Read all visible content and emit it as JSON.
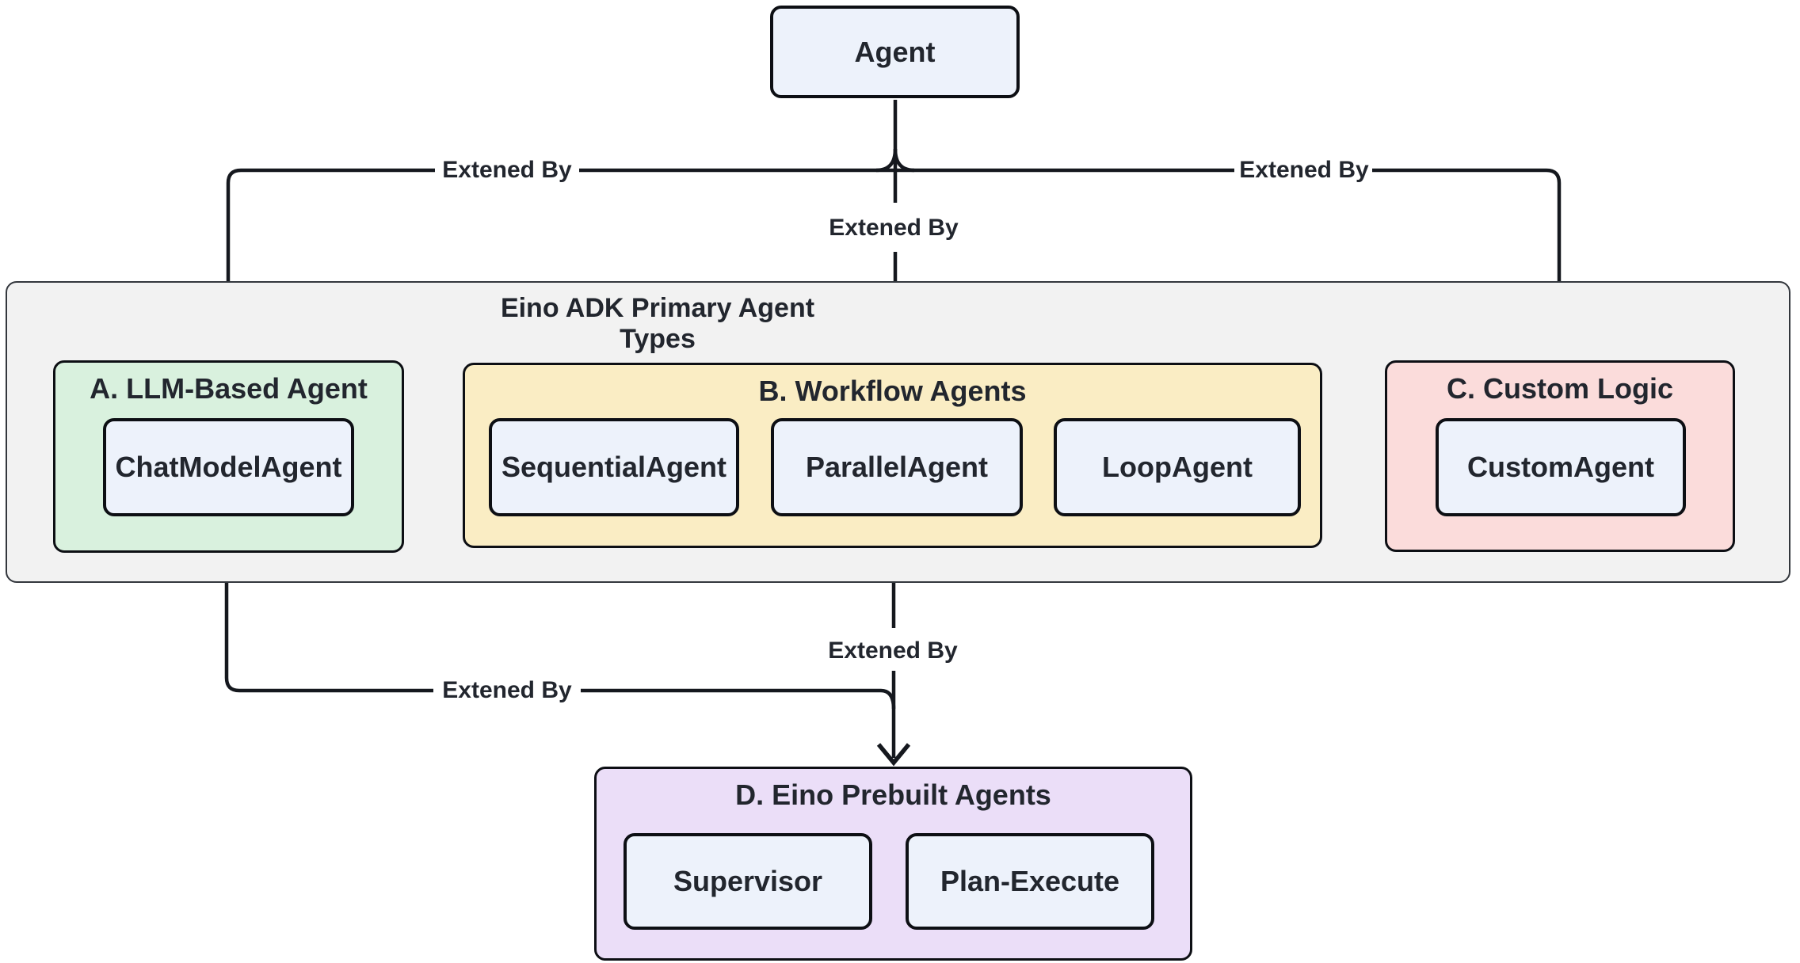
{
  "diagram": {
    "root_label": "Agent",
    "edge_label": "Extened By",
    "container_title": "Eino ADK Primary Agent Types",
    "groups": {
      "a": {
        "title": "A. LLM-Based Agent",
        "fill": "#D9F1DE",
        "nodes": {
          "chat": "ChatModelAgent"
        }
      },
      "b": {
        "title": "B. Workflow Agents",
        "fill": "#FAEDC4",
        "nodes": {
          "seq": "SequentialAgent",
          "par": "ParallelAgent",
          "loop": "LoopAgent"
        }
      },
      "c": {
        "title": "C. Custom Logic",
        "fill": "#FBDCDB",
        "nodes": {
          "custom": "CustomAgent"
        }
      },
      "d": {
        "title": "D. Eino Prebuilt Agents",
        "fill": "#EBDEF8",
        "nodes": {
          "sup": "Supervisor",
          "plan": "Plan-Execute"
        }
      }
    },
    "colors": {
      "node_fill": "#EDF2FB",
      "container_fill": "#F2F2F2",
      "border": "#0D0F14",
      "edge": "#15181E",
      "text": "#22262E"
    }
  }
}
